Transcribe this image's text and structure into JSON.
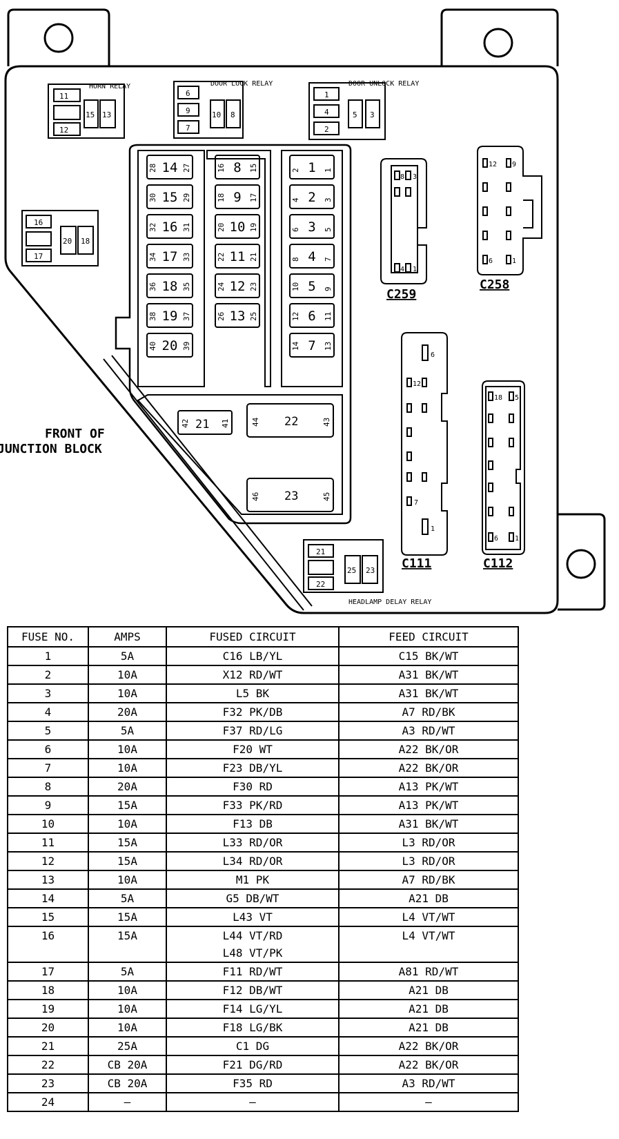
{
  "relays": {
    "horn": {
      "label": "HORN RELAY",
      "pins": [
        "11",
        "12",
        "15",
        "13"
      ]
    },
    "door_lock": {
      "label": "DOOR LOCK RELAY",
      "pins": [
        "6",
        "9",
        "7",
        "10",
        "8"
      ]
    },
    "door_unlock": {
      "label": "DOOR UNLOCK RELAY",
      "pins": [
        "1",
        "4",
        "2",
        "5",
        "3"
      ]
    },
    "side": {
      "pins": [
        "16",
        "17",
        "20",
        "18"
      ]
    },
    "headlamp": {
      "label": "HEADLAMP DELAY RELAY",
      "pins": [
        "21",
        "22",
        "25",
        "23"
      ]
    }
  },
  "front_label": {
    "line1": "FRONT OF",
    "line2": "JUNCTION BLOCK"
  },
  "fuse_columns": {
    "left": [
      {
        "num": "14",
        "a": "28",
        "b": "27"
      },
      {
        "num": "15",
        "a": "30",
        "b": "29"
      },
      {
        "num": "16",
        "a": "32",
        "b": "31"
      },
      {
        "num": "17",
        "a": "34",
        "b": "33"
      },
      {
        "num": "18",
        "a": "36",
        "b": "35"
      },
      {
        "num": "19",
        "a": "38",
        "b": "37"
      },
      {
        "num": "20",
        "a": "40",
        "b": "39"
      }
    ],
    "middle": [
      {
        "num": "8",
        "a": "16",
        "b": "15"
      },
      {
        "num": "9",
        "a": "18",
        "b": "17"
      },
      {
        "num": "10",
        "a": "20",
        "b": "19"
      },
      {
        "num": "11",
        "a": "22",
        "b": "21"
      },
      {
        "num": "12",
        "a": "24",
        "b": "23"
      },
      {
        "num": "13",
        "a": "26",
        "b": "25"
      }
    ],
    "right": [
      {
        "num": "1",
        "a": "2",
        "b": "1"
      },
      {
        "num": "2",
        "a": "4",
        "b": "3"
      },
      {
        "num": "3",
        "a": "6",
        "b": "5"
      },
      {
        "num": "4",
        "a": "8",
        "b": "7"
      },
      {
        "num": "5",
        "a": "10",
        "b": "9"
      },
      {
        "num": "6",
        "a": "12",
        "b": "11"
      },
      {
        "num": "7",
        "a": "14",
        "b": "13"
      }
    ]
  },
  "big_fuses": {
    "f21": {
      "num": "21",
      "a": "42",
      "b": "41"
    },
    "f22": {
      "num": "22",
      "a": "44",
      "b": "43"
    },
    "f23": {
      "num": "23",
      "a": "46",
      "b": "45"
    }
  },
  "connectors": {
    "c259": {
      "label": "C259",
      "pins": [
        "8",
        "3",
        "4",
        "1"
      ]
    },
    "c258": {
      "label": "C258",
      "pins": [
        "12",
        "9",
        "6",
        "1"
      ]
    },
    "c111": {
      "label": "C111",
      "pins": [
        "6",
        "12",
        "7",
        "1"
      ]
    },
    "c112": {
      "label": "C112",
      "pins": [
        "18",
        "5",
        "6",
        "1"
      ]
    }
  },
  "fuse_table": {
    "headers": [
      "FUSE NO.",
      "AMPS",
      "FUSED CIRCUIT",
      "FEED CIRCUIT"
    ],
    "rows": [
      [
        "1",
        "5A",
        "C16 LB/YL",
        "C15 BK/WT"
      ],
      [
        "2",
        "10A",
        "X12 RD/WT",
        "A31 BK/WT"
      ],
      [
        "3",
        "10A",
        "L5 BK",
        "A31 BK/WT"
      ],
      [
        "4",
        "20A",
        "F32 PK/DB",
        "A7 RD/BK"
      ],
      [
        "5",
        "5A",
        "F37 RD/LG",
        "A3 RD/WT"
      ],
      [
        "6",
        "10A",
        "F20 WT",
        "A22 BK/OR"
      ],
      [
        "7",
        "10A",
        "F23 DB/YL",
        "A22 BK/OR"
      ],
      [
        "8",
        "20A",
        "F30 RD",
        "A13 PK/WT"
      ],
      [
        "9",
        "15A",
        "F33 PK/RD",
        "A13 PK/WT"
      ],
      [
        "10",
        "10A",
        "F13 DB",
        "A31 BK/WT"
      ],
      [
        "11",
        "15A",
        "L33 RD/OR",
        "L3 RD/OR"
      ],
      [
        "12",
        "15A",
        "L34 RD/OR",
        "L3 RD/OR"
      ],
      [
        "13",
        "10A",
        "M1 PK",
        "A7 RD/BK"
      ],
      [
        "14",
        "5A",
        "G5 DB/WT",
        "A21 DB"
      ],
      [
        "15",
        "15A",
        "L43 VT",
        "L4 VT/WT"
      ],
      [
        "16",
        "15A",
        "L44 VT/RD",
        "L4 VT/WT",
        "L48 VT/PK"
      ],
      [
        "17",
        "5A",
        "F11 RD/WT",
        "A81 RD/WT"
      ],
      [
        "18",
        "10A",
        "F12 DB/WT",
        "A21 DB"
      ],
      [
        "19",
        "10A",
        "F14 LG/YL",
        "A21 DB"
      ],
      [
        "20",
        "10A",
        "F18 LG/BK",
        "A21 DB"
      ],
      [
        "21",
        "25A",
        "C1 DG",
        "A22 BK/OR"
      ],
      [
        "22",
        "CB 20A",
        "F21 DG/RD",
        "A22 BK/OR"
      ],
      [
        "23",
        "CB 20A",
        "F35 RD",
        "A3 RD/WT"
      ],
      [
        "24",
        "–",
        "–",
        "–"
      ]
    ]
  }
}
